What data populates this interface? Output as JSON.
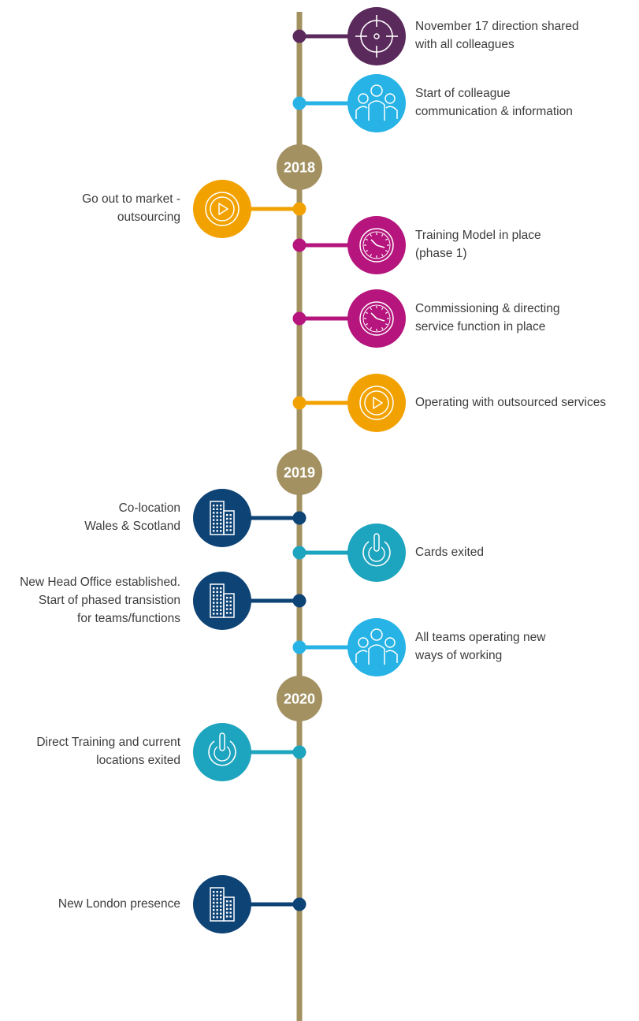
{
  "colors": {
    "line": "#A39161",
    "year": "#A39161",
    "purple": "#5B2A5C",
    "sky": "#27B3E6",
    "orange": "#F2A200",
    "magenta": "#B5157C",
    "navy": "#0E4375",
    "teal": "#1DA4BE"
  },
  "years": [
    "2018",
    "2019",
    "2020"
  ],
  "events": [
    {
      "lines": [
        "November 17 direction shared",
        "with all colleagues"
      ],
      "side": "right",
      "color": "purple",
      "icon": "target-icon"
    },
    {
      "lines": [
        "Start of colleague",
        "communication & information"
      ],
      "side": "right",
      "color": "sky",
      "icon": "people-icon"
    },
    {
      "lines": [
        "Go out to market -",
        "outsourcing"
      ],
      "side": "left",
      "color": "orange",
      "icon": "play-icon"
    },
    {
      "lines": [
        "Training Model in place",
        "(phase 1)"
      ],
      "side": "right",
      "color": "magenta",
      "icon": "clock-icon"
    },
    {
      "lines": [
        "Commissioning & directing",
        "service function in place"
      ],
      "side": "right",
      "color": "magenta",
      "icon": "clock-icon"
    },
    {
      "lines": [
        "Operating with outsourced services"
      ],
      "side": "right",
      "color": "orange",
      "icon": "play-icon"
    },
    {
      "lines": [
        "Co-location",
        "Wales & Scotland"
      ],
      "side": "left",
      "color": "navy",
      "icon": "buildings-icon"
    },
    {
      "lines": [
        "Cards exited"
      ],
      "side": "right",
      "color": "teal",
      "icon": "power-icon"
    },
    {
      "lines": [
        "New Head Office established.",
        "Start of phased transistion",
        "for teams/functions"
      ],
      "side": "left",
      "color": "navy",
      "icon": "buildings-icon"
    },
    {
      "lines": [
        "All teams operating new",
        "ways of working"
      ],
      "side": "right",
      "color": "sky",
      "icon": "people-icon"
    },
    {
      "lines": [
        "Direct Training and current",
        "locations exited"
      ],
      "side": "left",
      "color": "teal",
      "icon": "power-icon"
    },
    {
      "lines": [
        "New London presence"
      ],
      "side": "left",
      "color": "navy",
      "icon": "buildings-icon"
    }
  ]
}
